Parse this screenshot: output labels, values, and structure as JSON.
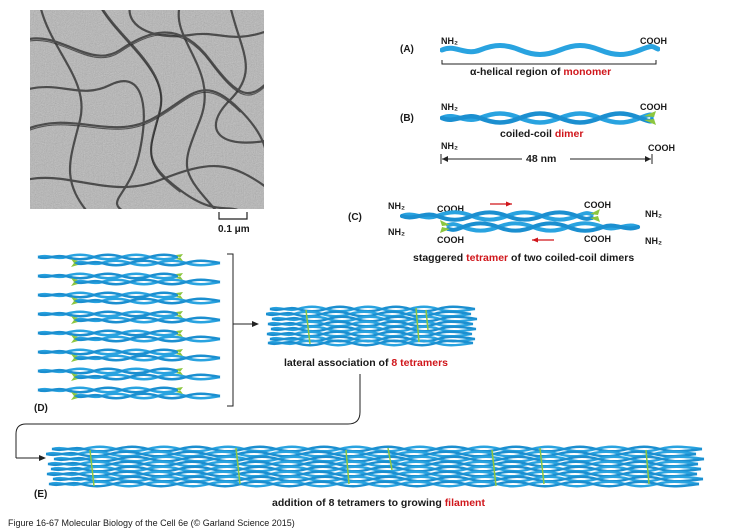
{
  "micrograph": {
    "scale_bar_label": "0.1 μm"
  },
  "panel_a": {
    "letter": "(A)",
    "nh2": "NH₂",
    "cooh": "COOH",
    "caption_pre": "α-helical region of ",
    "caption_highlight": "monomer"
  },
  "panel_b": {
    "letter": "(B)",
    "nh2": "NH₂",
    "cooh": "COOH",
    "caption_pre": "coiled-coil ",
    "caption_highlight": "dimer",
    "nh2_2": "NH₂",
    "cooh_2": "COOH",
    "length_label": "48 nm"
  },
  "panel_c": {
    "letter": "(C)",
    "nh2_top_left": "NH₂",
    "nh2_bottom_left": "NH₂",
    "cooh_top_left": "COOH",
    "cooh_bottom_left": "COOH",
    "cooh_top_right": "COOH",
    "cooh_bottom_right": "COOH",
    "nh2_top_right": "NH₂",
    "nh2_bottom_right": "NH₂",
    "caption_pre": "staggered ",
    "caption_highlight": "tetramer",
    "caption_post": " of two coiled-coil dimers"
  },
  "panel_d": {
    "letter": "(D)",
    "caption_pre": "lateral association of ",
    "caption_highlight": "8 tetramers"
  },
  "panel_e": {
    "letter": "(E)",
    "caption_pre": "addition of 8 tetramers to growing ",
    "caption_highlight": "filament"
  },
  "footer": "Figure 16-67  Molecular Biology of the Cell 6e (© Garland Science 2015)",
  "colors": {
    "strand": "#29a3e0",
    "strand_dark": "#1b8fd0",
    "end_green": "#8cc63f",
    "highlight_red": "#d0161b"
  }
}
